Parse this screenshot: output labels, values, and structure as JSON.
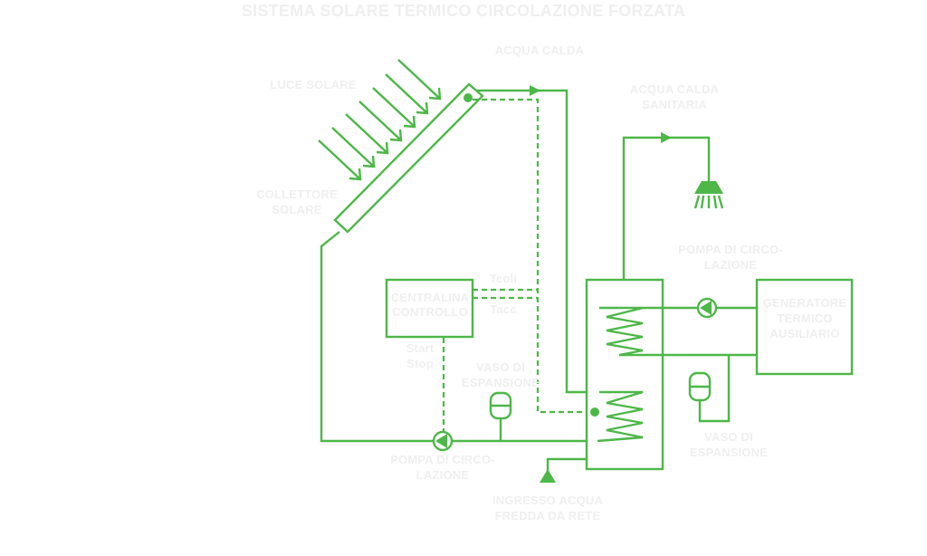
{
  "title": "SISTEMA SOLARE TERMICO CIRCOLAZIONE FORZATA",
  "labels": {
    "acqua_calda": "ACQUA CALDA",
    "luce_solare": "LUCE SOLARE",
    "acqua_calda_sanitaria_1": "ACQUA CALDA",
    "acqua_calda_sanitaria_2": "SANITARIA",
    "collettore_1": "COLLETTORE",
    "collettore_2": "SOLARE",
    "pompa_right_1": "POMPA DI CIRCO-",
    "pompa_right_2": "LAZIONE",
    "centralina_1": "CENTRALINA",
    "centralina_2": "CONTROLLO",
    "tcoll": "Tcoll",
    "tacc": "Tacc",
    "generatore_1": "GENERATORE",
    "generatore_2": "TERMICO",
    "generatore_3": "AUSILIARIO",
    "start": "Start",
    "stop": "Stop",
    "vaso_left_1": "VASO DI",
    "vaso_left_2": "ESPANSIONE",
    "vaso_right_1": "VASO DI",
    "vaso_right_2": "ESPANSIONE",
    "pompa_left_1": "POMPA DI  CIRCO-",
    "pompa_left_2": "LAZIONE",
    "ingresso_1": "INGRESSO ACQUA",
    "ingresso_2": "FREDDA DA RETE"
  },
  "colors": {
    "line": "#4db748",
    "label": "#efefef",
    "background": "#ffffff"
  }
}
